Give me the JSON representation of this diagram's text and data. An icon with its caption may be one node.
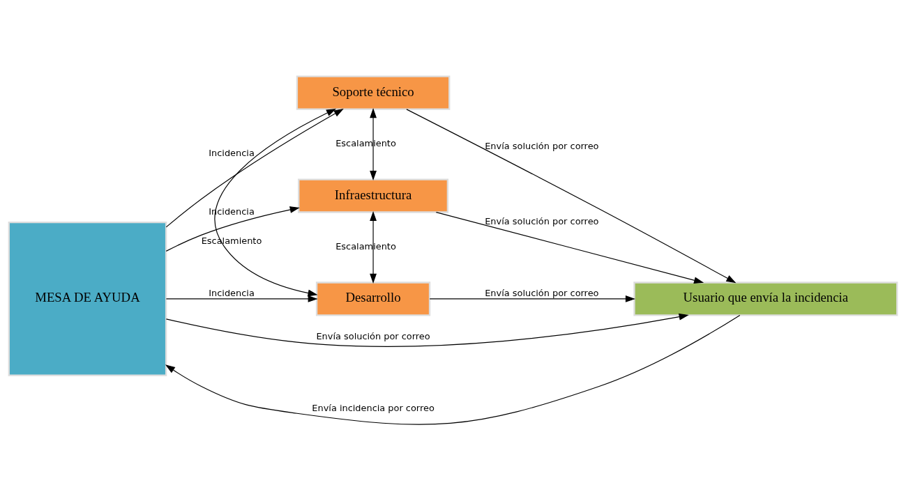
{
  "diagram": {
    "nodes": [
      {
        "text": [
          "MESA DE AYUDA"
        ]
      },
      {
        "text": [
          "Soporte técnico"
        ]
      },
      {
        "text": [
          "Infraestructura"
        ]
      },
      {
        "text": [
          "Desarrollo"
        ]
      },
      {
        "text": [
          "Usuario que envía la incidencia"
        ]
      }
    ],
    "edges": [
      {
        "from": 0,
        "to": 1,
        "arrow": "to",
        "label": "Incidencia"
      },
      {
        "from": 0,
        "to": 2,
        "arrow": "to",
        "label": "Incidencia"
      },
      {
        "from": 0,
        "to": 3,
        "arrow": "to",
        "label": "Incidencia"
      },
      {
        "from": 1,
        "to": 2,
        "arrow": "both",
        "label": "Escalamiento"
      },
      {
        "from": 2,
        "to": 3,
        "arrow": "both",
        "label": "Escalamiento"
      },
      {
        "from": 1,
        "to": 3,
        "arrow": "both",
        "label": "Escalamiento"
      },
      {
        "from": 1,
        "to": 4,
        "arrow": "to",
        "label": "Envía solución por correo"
      },
      {
        "from": 2,
        "to": 4,
        "arrow": "to",
        "label": "Envía solución por correo"
      },
      {
        "from": 3,
        "to": 4,
        "arrow": "to",
        "label": "Envía solución por correo"
      },
      {
        "from": 4,
        "to": 0,
        "arrow": "to",
        "label": "Envía incidencia por correo"
      },
      {
        "from": 0,
        "to": 4,
        "arrow": "to",
        "label": "Envía solución por correo"
      }
    ]
  }
}
